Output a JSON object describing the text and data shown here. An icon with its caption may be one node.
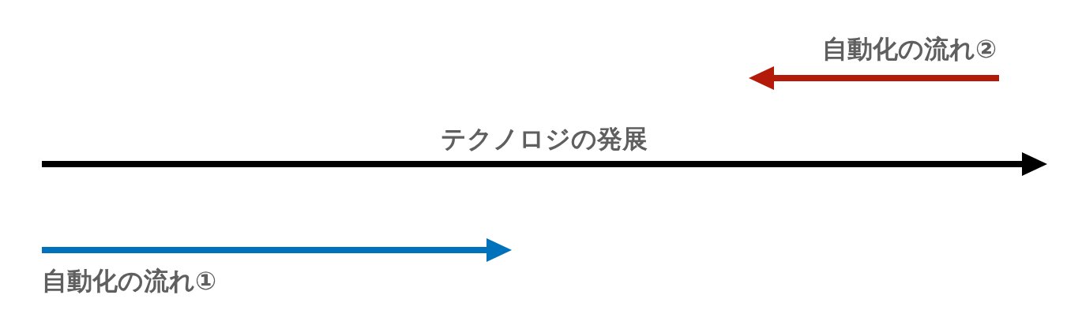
{
  "diagram": {
    "labels": [
      "自動化の流れ②",
      "テクノロジの発展",
      "自動化の流れ①"
    ]
  }
}
